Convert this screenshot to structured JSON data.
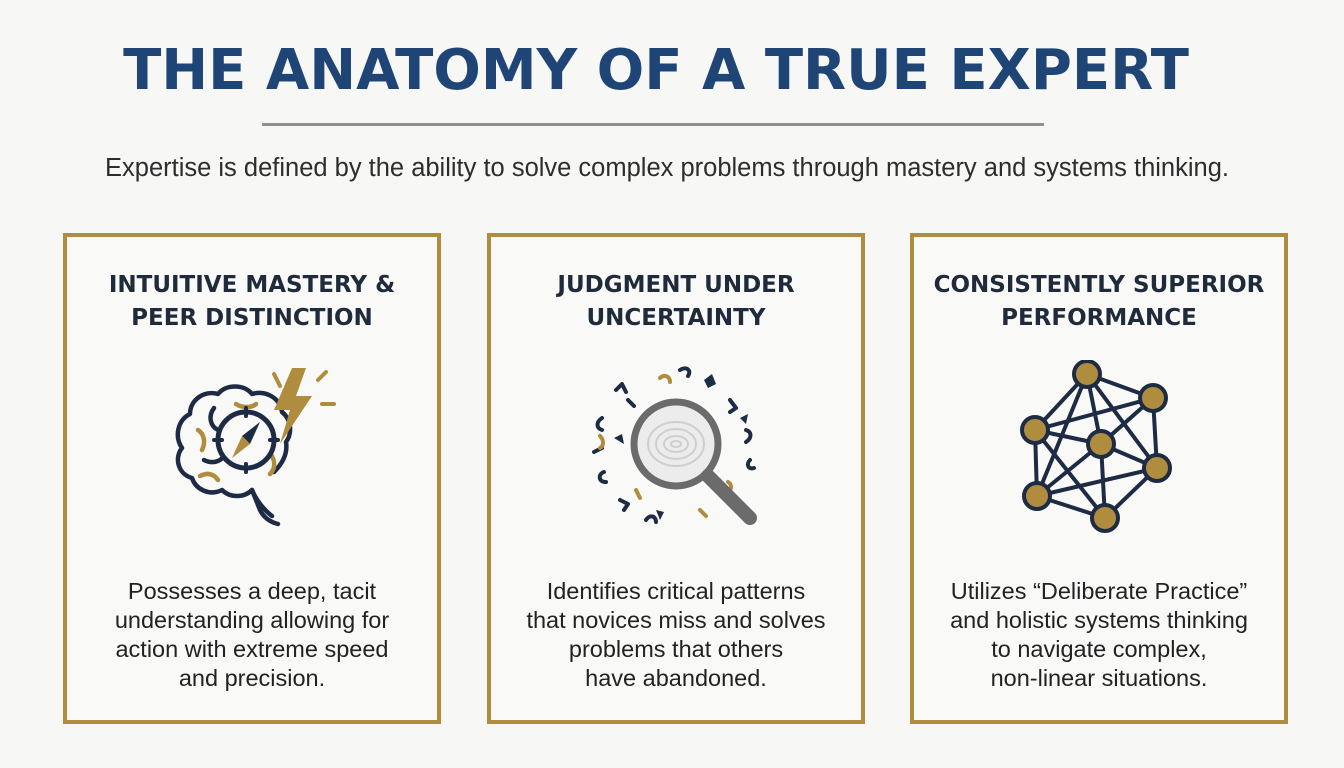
{
  "title": "THE ANATOMY OF A TRUE EXPERT",
  "subtitle": "Expertise is defined by the ability to solve complex problems through mastery and systems thinking.",
  "colors": {
    "title": "#1f4577",
    "accent_gold": "#b08d3e",
    "icon_navy": "#1e2b44",
    "rule_gray": "#8f8f8f"
  },
  "cards": [
    {
      "title_lines": [
        "INTUITIVE MASTERY &",
        "PEER DISTINCTION"
      ],
      "icon": "brain-compass-lightning-icon",
      "desc_lines": [
        "Possesses a deep, tacit",
        "understanding allowing for",
        "action with extreme speed",
        "and precision."
      ]
    },
    {
      "title_lines": [
        "JUDGMENT UNDER",
        "UNCERTAINTY"
      ],
      "icon": "magnifying-glass-pattern-icon",
      "desc_lines": [
        "Identifies critical patterns",
        "that novices miss and solves",
        "problems that others",
        "have abandoned."
      ]
    },
    {
      "title_lines": [
        "CONSISTENTLY SUPERIOR",
        "PERFORMANCE"
      ],
      "icon": "network-graph-icon",
      "desc_lines": [
        "Utilizes “Deliberate Practice”",
        "and holistic systems thinking",
        "to navigate complex,",
        "non-linear situations."
      ]
    }
  ]
}
